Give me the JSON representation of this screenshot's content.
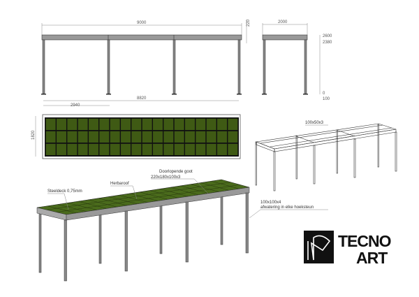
{
  "front_elevation": {
    "length": "9000",
    "roof_height": "220",
    "bay_length": "2940"
  },
  "side_elevation": {
    "width": "2000",
    "levels": [
      "2600",
      "2380",
      "0",
      "100"
    ]
  },
  "plan_view": {
    "length": "8820",
    "bay": "2940",
    "depth": "1820",
    "columns": 18,
    "rows": 3,
    "green_roof_color": "#3f5a14"
  },
  "iso_view": {
    "labels": {
      "steeldeck": "Steeldeck 0,75mm",
      "herbaroof": "Herbaroof",
      "gutter_title": "Doorlopende goot",
      "gutter_size": "220x180x100x3",
      "post_size": "100x100x4",
      "post_note": "afwatering in elke hoeksteun"
    }
  },
  "frame_view": {
    "beam_size": "100x50x3"
  },
  "logo": {
    "line1": "TECNO",
    "line2": "ART"
  }
}
